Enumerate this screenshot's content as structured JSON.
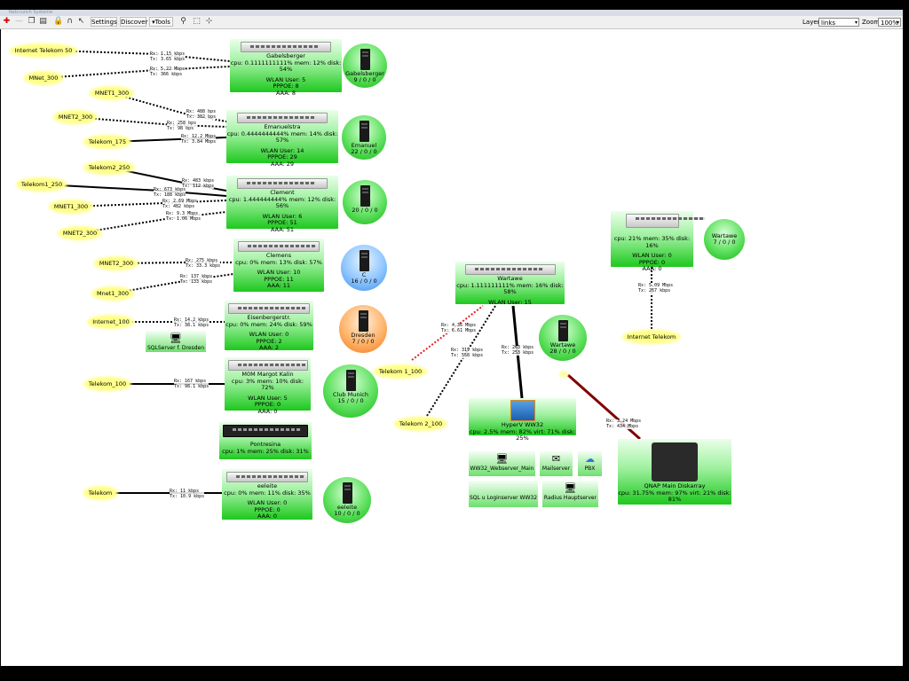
{
  "window": {
    "title": "Netcrunch Systeme"
  },
  "toolbar": {
    "settings": "Settings",
    "discover": "Discover",
    "tools": "Tools",
    "layer_label": "Layer:",
    "layer_value": "links",
    "zoom_label": "Zoom:",
    "zoom_value": "100%"
  },
  "clouds": {
    "c1": "Internet Telekom 50",
    "c2": "MNet_300",
    "c3": "MNET1_300",
    "c4": "MNET2_300",
    "c5": "Telekom_175",
    "c6": "Telekom2_250",
    "c7": "Telekom1_250",
    "c8": "MNET1_300",
    "c9": "MNET2_300",
    "c10": "MNET2_300",
    "c11": "Mnet1_300",
    "c12": "Internet_100",
    "c13": "Telekom_100",
    "c14": "Telekom",
    "c15": "Telekom 1_100",
    "c16": "Telekom 2_100",
    "c17": "Internet Telekom"
  },
  "links": {
    "l1": {
      "rx": "Rx: 1.15 kbps",
      "tx": "Tx: 3.65 kbps"
    },
    "l2": {
      "rx": "Rx: 5.22 Mbps",
      "tx": "Tx: 366 kbps"
    },
    "l3": {
      "rx": "Rx: 488 bps",
      "tx": "Tx: 382 bps"
    },
    "l4": {
      "rx": "Rx: 258 bps",
      "tx": "Tx: 98 bps"
    },
    "l5": {
      "rx": "Rx: 12.2 Mbps",
      "tx": "Tx: 3.84 Mbps"
    },
    "l6": {
      "rx": "Rx: 483 kbps",
      "tx": "Tx: 112 kbps"
    },
    "l7": {
      "rx": "Rx: 673 kbps",
      "tx": "Tx: 188 kbps"
    },
    "l8": {
      "rx": "Rx: 2.69 Mbps",
      "tx": "Tx: 482 kbps"
    },
    "l9": {
      "rx": "Rx: 9.3 Mbps",
      "tx": "Tx: 1.06 Mbps"
    },
    "l10": {
      "rx": "Rx: 275 kbps",
      "tx": "Tx: 33.3 kbps"
    },
    "l11": {
      "rx": "Rx: 137 kbps",
      "tx": "Tx: 133 kbps"
    },
    "l12": {
      "rx": "Rx: 14.2 kbps",
      "tx": "Tx: 38.1 kbps"
    },
    "l13": {
      "rx": "Rx: 167 kbps",
      "tx": "Tx: 98.1 kbps"
    },
    "l14": {
      "rx": "Rx: 11 kbps",
      "tx": "Tx: 10.9 kbps"
    },
    "l15": {
      "rx": "Rx: 4.36 Mbps",
      "tx": "Tx: 6.61 Mbps"
    },
    "l16": {
      "rx": "Rx: 319 kbps",
      "tx": "Tx: 558 kbps"
    },
    "l17": {
      "rx": "Rx: 263 kbps",
      "tx": "Tx: 253 kbps"
    },
    "l18": {
      "rx": "Rx: 5.09 Mbps",
      "tx": "Tx: 267 kbps"
    },
    "l19": {
      "rx": "Rx: 3.24 Mbps",
      "tx": "Tx: 434 Mbps"
    }
  },
  "devices": {
    "d1": {
      "name": "Gabelsberger",
      "cpu": "cpu: 0.1111111111% mem: 12% disk: 54%",
      "wlan": "WLAN User: 5",
      "pppoe": "PPPOE: 8",
      "aaa": "AAA: 8"
    },
    "d2": {
      "name": "Emanuelstra",
      "cpu": "cpu: 0.4444444444% mem: 14% disk: 57%",
      "wlan": "WLAN User: 14",
      "pppoe": "PPPOE: 29",
      "aaa": "AAA: 29"
    },
    "d3": {
      "name": "Clement",
      "cpu": "cpu: 1.444444444% mem: 12% disk: 56%",
      "wlan": "WLAN User: 6",
      "pppoe": "PPPOE: 51",
      "aaa": "AAA: 51"
    },
    "d4": {
      "name": "Clemens",
      "cpu": "cpu: 0% mem: 13% disk: 57%",
      "wlan": "WLAN User: 10",
      "pppoe": "PPPOE: 11",
      "aaa": "AAA: 11"
    },
    "d5": {
      "name": "Eisenbergerstr.",
      "cpu": "cpu: 0% mem: 24% disk: 59%",
      "wlan": "WLAN User: 0",
      "pppoe": "PPPOE: 2",
      "aaa": "AAA: 2"
    },
    "d6": {
      "name": "M0M Margot Kalin",
      "cpu": "cpu: 3% mem: 10% disk: 72%",
      "wlan": "WLAN User: 5",
      "pppoe": "PPPOE: 0",
      "aaa": "AAA: 0"
    },
    "d7": {
      "name": "Pontresina",
      "cpu": "cpu: 1% mem: 25% disk: 31%"
    },
    "d8": {
      "name": "eeleite",
      "cpu": "cpu: 0% mem: 11% disk: 35%",
      "wlan": "WLAN User: 0",
      "pppoe": "PPPOE: 0",
      "aaa": "AAA: 0"
    },
    "d9": {
      "name": "Wartawe",
      "cpu": "cpu: 1.111111111% mem: 16% disk: 58%",
      "wlan": "WLAN User: 15"
    },
    "d10": {
      "cpu": "cpu: 21% mem: 35% disk: 16%",
      "wlan": "WLAN User: 0",
      "pppoe": "PPPOE: 0",
      "aaa": "AAA: 0"
    },
    "d11": {
      "name": "HyperV WW32",
      "cpu": "cpu: 2.5% mem: 82% virt: 71% disk: 25%"
    },
    "d12": {
      "name": "QNAP Main Diskarray",
      "cpu": "cpu: 31.75% mem: 97% virt: 21% disk: 81%"
    }
  },
  "bubbles": {
    "b1": {
      "name": "Gabelsberger",
      "count": "9 / 0 / 0"
    },
    "b2": {
      "name": "Emanuel",
      "count": "22 / 0 / 0"
    },
    "b3": {
      "name": "",
      "count": "20 / 0 / 0"
    },
    "b4": {
      "name": "C",
      "count": "16 / 0 / 0"
    },
    "b5": {
      "name": "Dresden",
      "count": "7 / 0 / 0"
    },
    "b6": {
      "name": "Club Munich",
      "count": "15 / 0 / 0"
    },
    "b7": {
      "name": "eeleite",
      "count": "10 / 0 / 0"
    },
    "b8": {
      "name": "Wartawe",
      "count": "28 / 0 / 0"
    },
    "b9": {
      "name": "Wartawe",
      "count": "7 / 0 / 0"
    }
  },
  "services": {
    "sql_dresden": "SQLServer f. Dresden",
    "webserver": "WW32_Webserver_Main",
    "mailserver": "Mailserver",
    "pbx": "PBX",
    "sql_login": "SQL u Loginserver WW32",
    "radius": "Radius Hauptserver"
  }
}
